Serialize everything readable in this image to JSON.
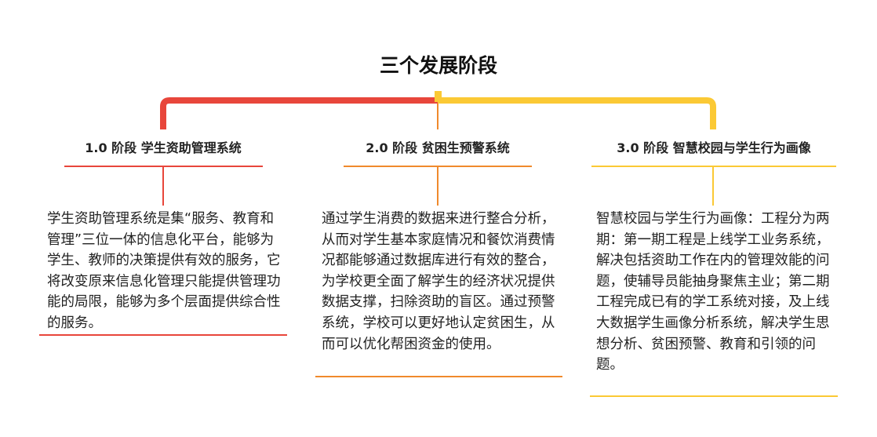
{
  "title": "三个发展阶段",
  "colors": {
    "stage1": "#e8463b",
    "stage2": "#f08a2c",
    "stage3": "#fbc935"
  },
  "stages": [
    {
      "heading": "1.0 阶段 学生资助管理系统",
      "text": "学生资助管理系统是集“服务、教育和管理”三位一体的信息化平台，能够为学生、教师的决策提供有效的服务，它将改变原来信息化管理只能提供管理功能的局限，能够为多个层面提供综合性的服务。"
    },
    {
      "heading": "2.0 阶段 贫困生预警系统",
      "text": "通过学生消费的数据来进行整合分析，从而对学生基本家庭情况和餐饮消费情况都能够通过数据库进行有效的整合，为学校更全面了解学生的经济状况提供数据支撑，扫除资助的盲区。通过预警系统，学校可以更好地认定贫困生，从而可以优化帮困资金的使用。"
    },
    {
      "heading": "3.0 阶段 智慧校园与学生行为画像",
      "text": "智慧校园与学生行为画像：工程分为两期：第一期工程是上线学工业务系统，解决包括资助工作在内的管理效能的问题，使辅导员能抽身聚焦主业；第二期工程完成已有的学工系统对接，及上线大数据学生画像分析系统，解决学生思想分析、贫困预警、教育和引领的问题。"
    }
  ]
}
